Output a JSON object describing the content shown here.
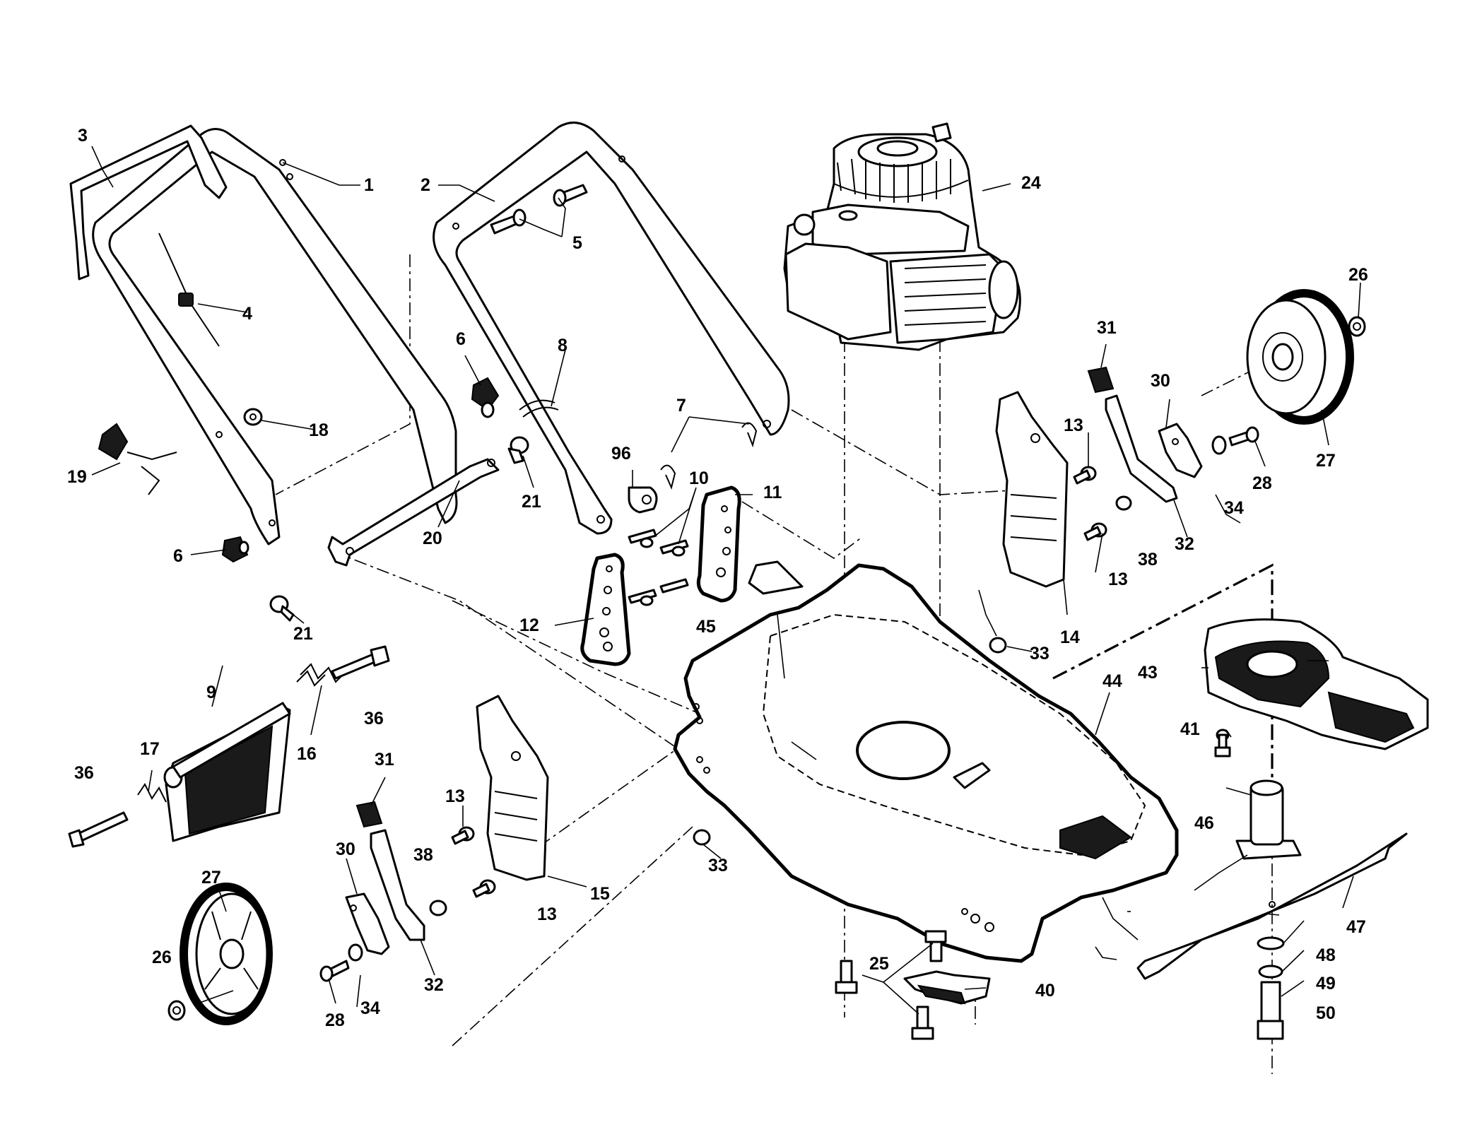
{
  "callouts": [
    {
      "id": "c1",
      "text": "1"
    },
    {
      "id": "c2",
      "text": "2"
    },
    {
      "id": "c3",
      "text": "3"
    },
    {
      "id": "c4",
      "text": "4"
    },
    {
      "id": "c5",
      "text": "5"
    },
    {
      "id": "c6a",
      "text": "6"
    },
    {
      "id": "c6b",
      "text": "6"
    },
    {
      "id": "c7",
      "text": "7"
    },
    {
      "id": "c8",
      "text": "8"
    },
    {
      "id": "c9",
      "text": "9"
    },
    {
      "id": "c10",
      "text": "10"
    },
    {
      "id": "c11",
      "text": "11"
    },
    {
      "id": "c12",
      "text": "12"
    },
    {
      "id": "c13a",
      "text": "13"
    },
    {
      "id": "c13b",
      "text": "13"
    },
    {
      "id": "c13c",
      "text": "13"
    },
    {
      "id": "c13d",
      "text": "13"
    },
    {
      "id": "c14",
      "text": "14"
    },
    {
      "id": "c15",
      "text": "15"
    },
    {
      "id": "c16",
      "text": "16"
    },
    {
      "id": "c17",
      "text": "17"
    },
    {
      "id": "c18",
      "text": "18"
    },
    {
      "id": "c19",
      "text": "19"
    },
    {
      "id": "c20",
      "text": "20"
    },
    {
      "id": "c21a",
      "text": "21"
    },
    {
      "id": "c21b",
      "text": "21"
    },
    {
      "id": "c24",
      "text": "24"
    },
    {
      "id": "c25",
      "text": "25"
    },
    {
      "id": "c26a",
      "text": "26"
    },
    {
      "id": "c26b",
      "text": "26"
    },
    {
      "id": "c27a",
      "text": "27"
    },
    {
      "id": "c27b",
      "text": "27"
    },
    {
      "id": "c28a",
      "text": "28"
    },
    {
      "id": "c28b",
      "text": "28"
    },
    {
      "id": "c30a",
      "text": "30"
    },
    {
      "id": "c30b",
      "text": "30"
    },
    {
      "id": "c31a",
      "text": "31"
    },
    {
      "id": "c31b",
      "text": "31"
    },
    {
      "id": "c32a",
      "text": "32"
    },
    {
      "id": "c32b",
      "text": "32"
    },
    {
      "id": "c33a",
      "text": "33"
    },
    {
      "id": "c33b",
      "text": "33"
    },
    {
      "id": "c34a",
      "text": "34"
    },
    {
      "id": "c34b",
      "text": "34"
    },
    {
      "id": "c36a",
      "text": "36"
    },
    {
      "id": "c36b",
      "text": "36"
    },
    {
      "id": "c38a",
      "text": "38"
    },
    {
      "id": "c38b",
      "text": "38"
    },
    {
      "id": "c40",
      "text": "40"
    },
    {
      "id": "c41",
      "text": "41"
    },
    {
      "id": "c43",
      "text": "43"
    },
    {
      "id": "c44",
      "text": "44"
    },
    {
      "id": "c45",
      "text": "45"
    },
    {
      "id": "c46",
      "text": "46"
    },
    {
      "id": "c47",
      "text": "47"
    },
    {
      "id": "c48",
      "text": "48"
    },
    {
      "id": "c49",
      "text": "49"
    },
    {
      "id": "c50",
      "text": "50"
    },
    {
      "id": "c96",
      "text": "96"
    }
  ]
}
